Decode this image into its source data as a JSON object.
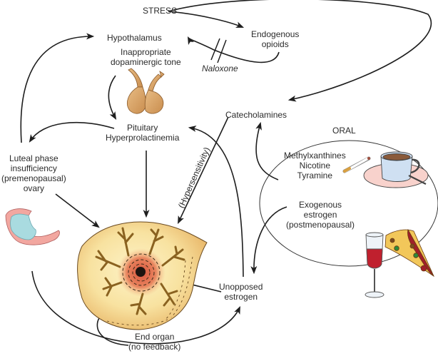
{
  "diagram": {
    "nodes": {
      "stress": {
        "lines": [
          "STRESS"
        ]
      },
      "endogenous_opioids": {
        "lines": [
          "Endogenous",
          "opioids"
        ]
      },
      "hypothalamus": {
        "lines": [
          "Hypothalamus"
        ]
      },
      "dopaminergic_tone": {
        "lines": [
          "Inappropriate",
          "dopaminergic tone"
        ]
      },
      "naloxone": {
        "lines": [
          "Naloxone"
        ]
      },
      "catecholamines": {
        "lines": [
          "Catecholamines"
        ]
      },
      "pituitary": {
        "lines": [
          "Pituitary",
          "Hyperprolactinemia"
        ]
      },
      "luteal_phase": {
        "lines": [
          "Luteal phase",
          "insufficiency",
          "(premenopausal)",
          "ovary"
        ]
      },
      "oral": {
        "lines": [
          "ORAL"
        ]
      },
      "oral_substances": {
        "lines": [
          "Methylxanthines",
          "Nicotine",
          "Tyramine"
        ]
      },
      "exogenous_estrogen": {
        "lines": [
          "Exogenous",
          "estrogen",
          "(postmenopausal)"
        ]
      },
      "hypersensitivity": {
        "lines": [
          "(Hypersensitivity)"
        ]
      },
      "unopposed_estrogen": {
        "lines": [
          "Unopposed",
          "estrogen"
        ]
      },
      "end_organ": {
        "lines": [
          "End organ",
          "(no feedback)"
        ]
      }
    },
    "edges": [
      {
        "from": "STRESS",
        "to": "Endogenous opioids"
      },
      {
        "from": "STRESS",
        "to": "Catecholamines"
      },
      {
        "from": "Endogenous opioids",
        "to": "Hypothalamus",
        "blocked_by": "Naloxone"
      },
      {
        "from": "Hypothalamus",
        "to": "Pituitary"
      },
      {
        "from": "Pituitary",
        "to": "Luteal phase insufficiency"
      },
      {
        "from": "Luteal phase insufficiency",
        "to": "Hypothalamus"
      },
      {
        "from": "Pituitary",
        "to": "End organ (breast)"
      },
      {
        "from": "Luteal phase insufficiency",
        "to": "End organ (breast)"
      },
      {
        "from": "Catecholamines",
        "to": "End organ (breast)",
        "label": "(Hypersensitivity)"
      },
      {
        "from": "Unopposed estrogen",
        "to": "Pituitary"
      },
      {
        "from": "Methylxanthines / Nicotine / Tyramine",
        "to": "Catecholamines"
      },
      {
        "from": "Exogenous estrogen",
        "to": "Unopposed estrogen"
      },
      {
        "from": "Unopposed estrogen",
        "to": "End organ (breast)"
      },
      {
        "from": "Luteal phase insufficiency",
        "to": "Unopposed estrogen"
      },
      {
        "from": "End organ",
        "to": "End organ (breast)",
        "label": "no feedback"
      }
    ],
    "illustrations": [
      "pituitary-gland",
      "ovary",
      "breast",
      "cigarette",
      "coffee-cup",
      "wine-glass",
      "pizza-slice"
    ],
    "colors": {
      "ink": "#1e1e1e",
      "gland": "#d9a66a",
      "ovary_tube": "#f2a7a0",
      "ovary_body": "#a9dbe0",
      "breast_light": "#fbeeb8",
      "breast_dark": "#e9b86a",
      "areola": "#e0715a",
      "ducts": "#b98a3c",
      "saucer": "#f8d2cc",
      "cup": "#cfe0f2",
      "coffee": "#8a5a3a",
      "wine": "#c0202e",
      "pizza_crust": "#f2c75a",
      "pepperoni": "#a0202a",
      "olive": "#2e8a3a"
    }
  }
}
